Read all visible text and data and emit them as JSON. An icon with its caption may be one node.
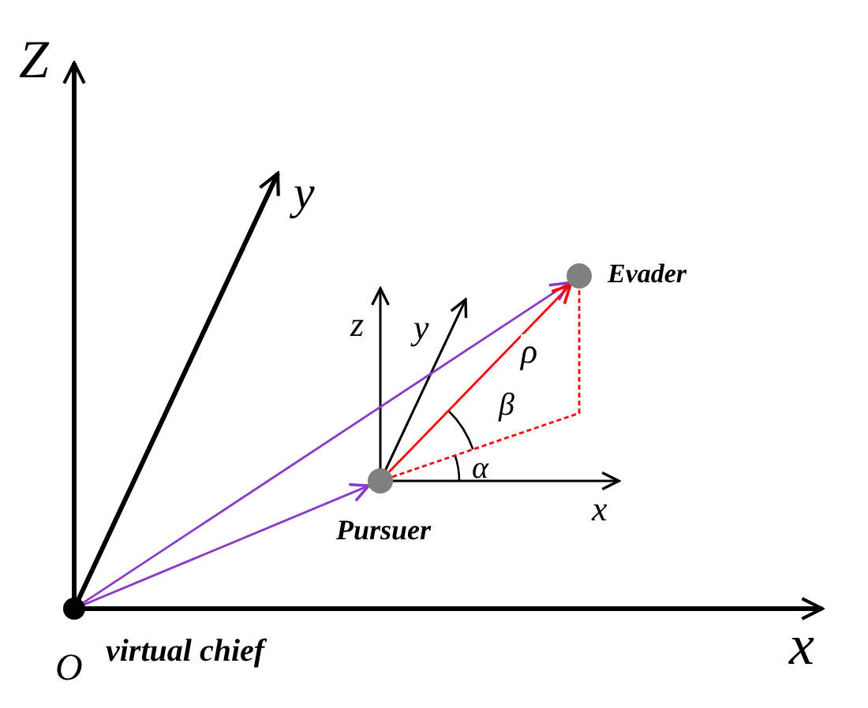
{
  "diagram": {
    "nodes": [
      {
        "text": [],
        "shape": "circle",
        "beside": [
          "O",
          "virtual chief"
        ]
      },
      {
        "text": [],
        "shape": "circle",
        "beside": [
          "Pursuer"
        ]
      },
      {
        "text": [],
        "shape": "circle",
        "beside": [
          "Evader"
        ]
      }
    ],
    "edges": [
      {
        "from": 0,
        "to": 1,
        "arrow": "to"
      },
      {
        "from": 0,
        "to": 2,
        "arrow": "to"
      },
      {
        "from": 1,
        "to": 2,
        "arrow": "to",
        "label": "ρ",
        "color": "#ff0000"
      },
      {
        "from": 1,
        "to": 2,
        "arrow": "none",
        "style": "dashed",
        "color": "#ff0000"
      }
    ],
    "labels": [
      "Z",
      "y",
      "z",
      "y",
      "β",
      "α",
      "x",
      "x"
    ]
  }
}
